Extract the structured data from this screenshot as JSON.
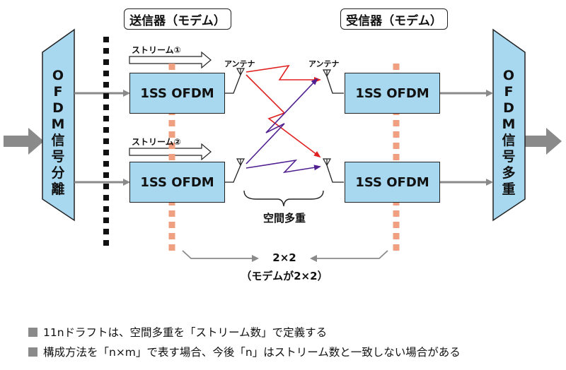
{
  "tx_title": "送信器（モデム）",
  "rx_title": "受信器（モデム）",
  "tx_blocks": [
    "1SS OFDM",
    "1SS OFDM"
  ],
  "rx_blocks": [
    "1SS OFDM",
    "1SS OFDM"
  ],
  "streams": [
    "ストリーム①",
    "ストリーム②"
  ],
  "antenna_label": "アンテナ",
  "splitter_label": "OFDM信号分離",
  "combiner_label": "OFDM信号多重",
  "spatial_mux_label": "空間多重",
  "mimo_config": "2×2",
  "mimo_config_note": "（モデムが2×2）",
  "notes": [
    "11nドラフトは、空間多重を「ストリーム数」で定義する",
    "構成方法を「n×m」で表す場合、今後「n」はストリーム数と一致しない場合がある"
  ],
  "colors": {
    "block_fill": "#a8d8f0",
    "dashed_line": "#f0a080",
    "arrow_gray": "#8a8a8a",
    "path_red": "#e02020",
    "path_purple": "#502090"
  }
}
